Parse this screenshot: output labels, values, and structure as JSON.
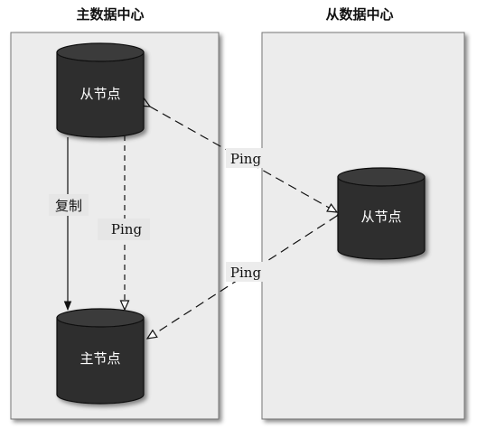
{
  "datacenters": {
    "primary": {
      "title": "主数据中心"
    },
    "secondary": {
      "title": "从数据中心"
    }
  },
  "nodes": {
    "primary_slave": {
      "label": "从节点"
    },
    "primary_master": {
      "label": "主节点"
    },
    "secondary_slave": {
      "label": "从节点"
    }
  },
  "edges": {
    "replicate": {
      "label": "复制"
    },
    "ping_local": {
      "label": "Ping"
    },
    "ping_cross_top": {
      "label": "Ping"
    },
    "ping_cross_bottom": {
      "label": "Ping"
    }
  },
  "colors": {
    "panel_fill": "#ececec",
    "node_fill": "#2d2d2d",
    "node_top": "#3a3a3a",
    "line": "#111111"
  }
}
